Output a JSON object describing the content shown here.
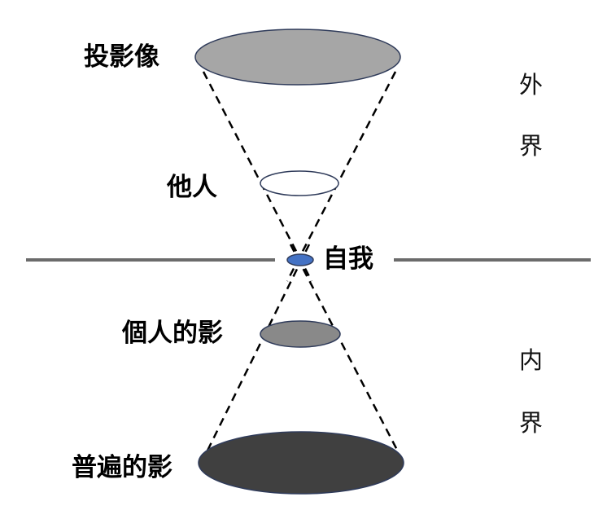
{
  "labels": {
    "projection": "投影像",
    "others": "他人",
    "self": "自我",
    "personal_shadow": "個人的影",
    "universal_shadow": "普遍的影"
  },
  "regions": {
    "outer_1": "外",
    "outer_2": "界",
    "inner_1": "内",
    "inner_2": "界"
  },
  "colors": {
    "projection": "#a6a6a6",
    "others": "#ffffff",
    "self": "#4472c4",
    "personal_shadow": "#898989",
    "universal_shadow": "#404040",
    "outline": "#2f3b5a",
    "divider": "#6b6b6b"
  }
}
